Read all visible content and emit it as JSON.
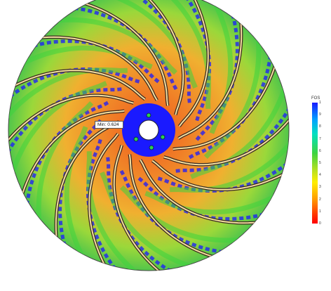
{
  "legend": {
    "title": "FOS",
    "ticks": [
      "1",
      "9",
      "8",
      "7",
      "6",
      "5",
      "4",
      "3",
      "2",
      "1",
      "0"
    ]
  },
  "annotation": {
    "label": "Min:",
    "value": "0.624"
  },
  "colors": {
    "high": "#1a1aff",
    "mid": "#3ed43e",
    "low": "#ff3a00",
    "blade": "#f3dea0"
  }
}
